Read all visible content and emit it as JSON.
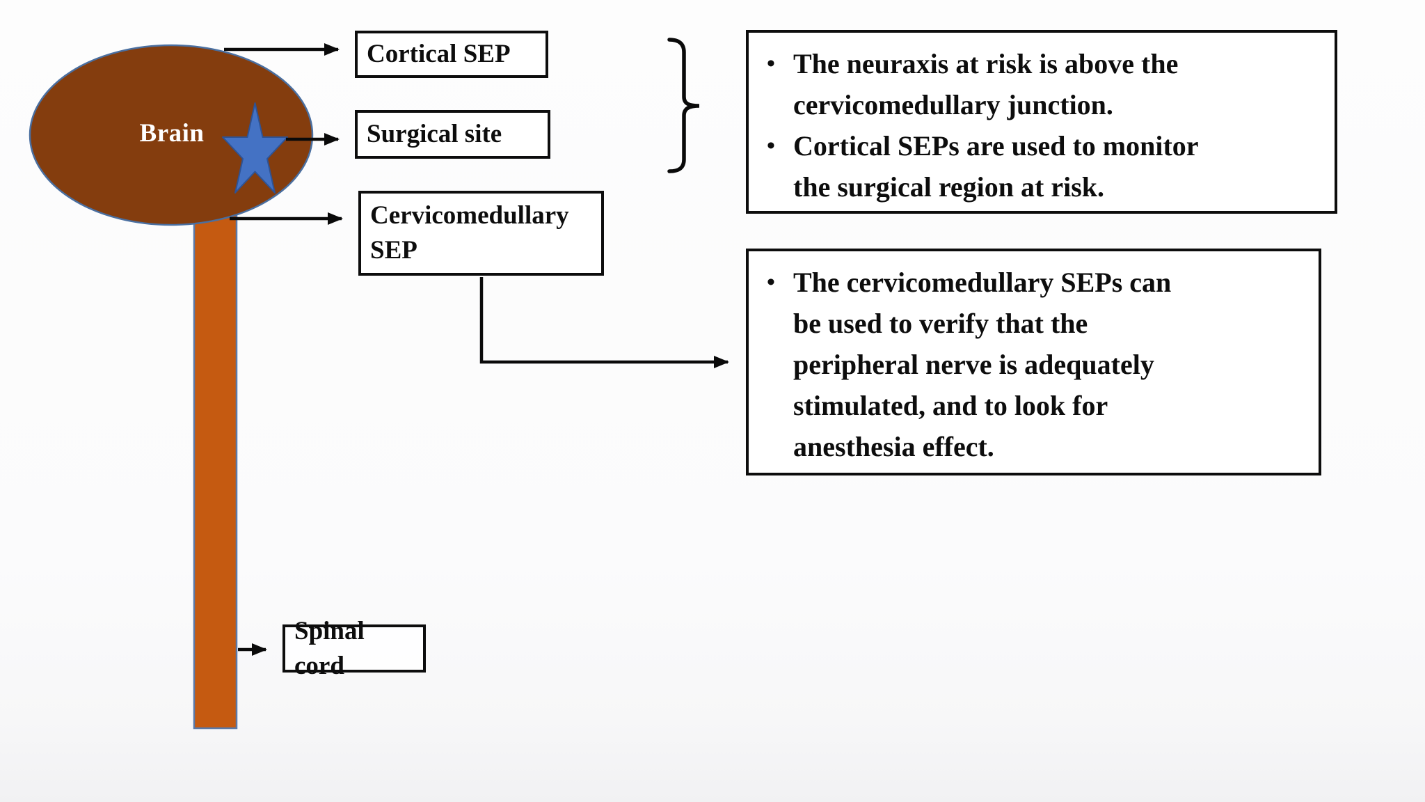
{
  "bullet_char": "•",
  "colors": {
    "brain_fill": "#843d0e",
    "brain_outline": "#4a6fa0",
    "cord_fill": "#c55a11",
    "cord_outline": "#5b79a8",
    "star_fill": "#4472c4",
    "star_outline": "#2e5395",
    "line": "#0a0a0a"
  },
  "brain": {
    "label": "Brain"
  },
  "labels": {
    "cortical": "Cortical SEP",
    "surgical": "Surgical site",
    "cervicomedullary": "Cervicomedullary SEP",
    "spinal": "Spinal cord"
  },
  "callouts": {
    "box1": {
      "bullets": [
        "The neuraxis at risk is above the\ncervicomedullary junction.",
        "Cortical SEPs are used to monitor\nthe surgical region at risk."
      ]
    },
    "box2": {
      "bullets": [
        "The cervicomedullary SEPs can\nbe used to verify that the\nperipheral nerve is adequately\nstimulated, and to look for\nanesthesia effect."
      ]
    }
  }
}
